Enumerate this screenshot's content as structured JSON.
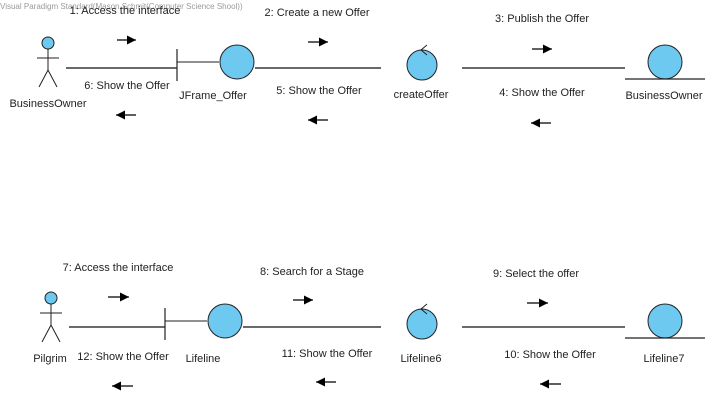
{
  "watermark": "Visual Paradigm Standard(Mason Schmit(Computer Science Shool))",
  "colors": {
    "fill": "#6ec9f0",
    "stroke": "#222222",
    "line": "#111111"
  },
  "diagrams": [
    {
      "actor": {
        "name": "BusinessOwner",
        "kind": "actor"
      },
      "boundary": {
        "name": "JFrame_Offer",
        "kind": "boundary-icon"
      },
      "control": {
        "name": "createOffer",
        "kind": "control-icon"
      },
      "entity": {
        "name": "BusinessOwner",
        "kind": "entity-icon"
      },
      "messages": [
        {
          "text": "1: Access the interface",
          "direction": "right"
        },
        {
          "text": "6: Show the Offer",
          "direction": "left"
        },
        {
          "text": "2: Create a new Offer",
          "direction": "right"
        },
        {
          "text": "5: Show the Offer",
          "direction": "left"
        },
        {
          "text": "3: Publish the Offer",
          "direction": "right"
        },
        {
          "text": "4: Show the Offer",
          "direction": "left"
        }
      ]
    },
    {
      "actor": {
        "name": "Pilgrim",
        "kind": "actor"
      },
      "boundary": {
        "name": "Lifeline",
        "kind": "boundary-icon"
      },
      "control": {
        "name": "Lifeline6",
        "kind": "control-icon"
      },
      "entity": {
        "name": "Lifeline7",
        "kind": "entity-icon"
      },
      "messages": [
        {
          "text": "7: Access the interface",
          "direction": "right"
        },
        {
          "text": "12: Show the Offer",
          "direction": "left"
        },
        {
          "text": "8: Search for a Stage",
          "direction": "right"
        },
        {
          "text": "11: Show the Offer",
          "direction": "left"
        },
        {
          "text": "9: Select the offer",
          "direction": "right"
        },
        {
          "text": "10: Show the Offer",
          "direction": "left"
        }
      ]
    }
  ]
}
